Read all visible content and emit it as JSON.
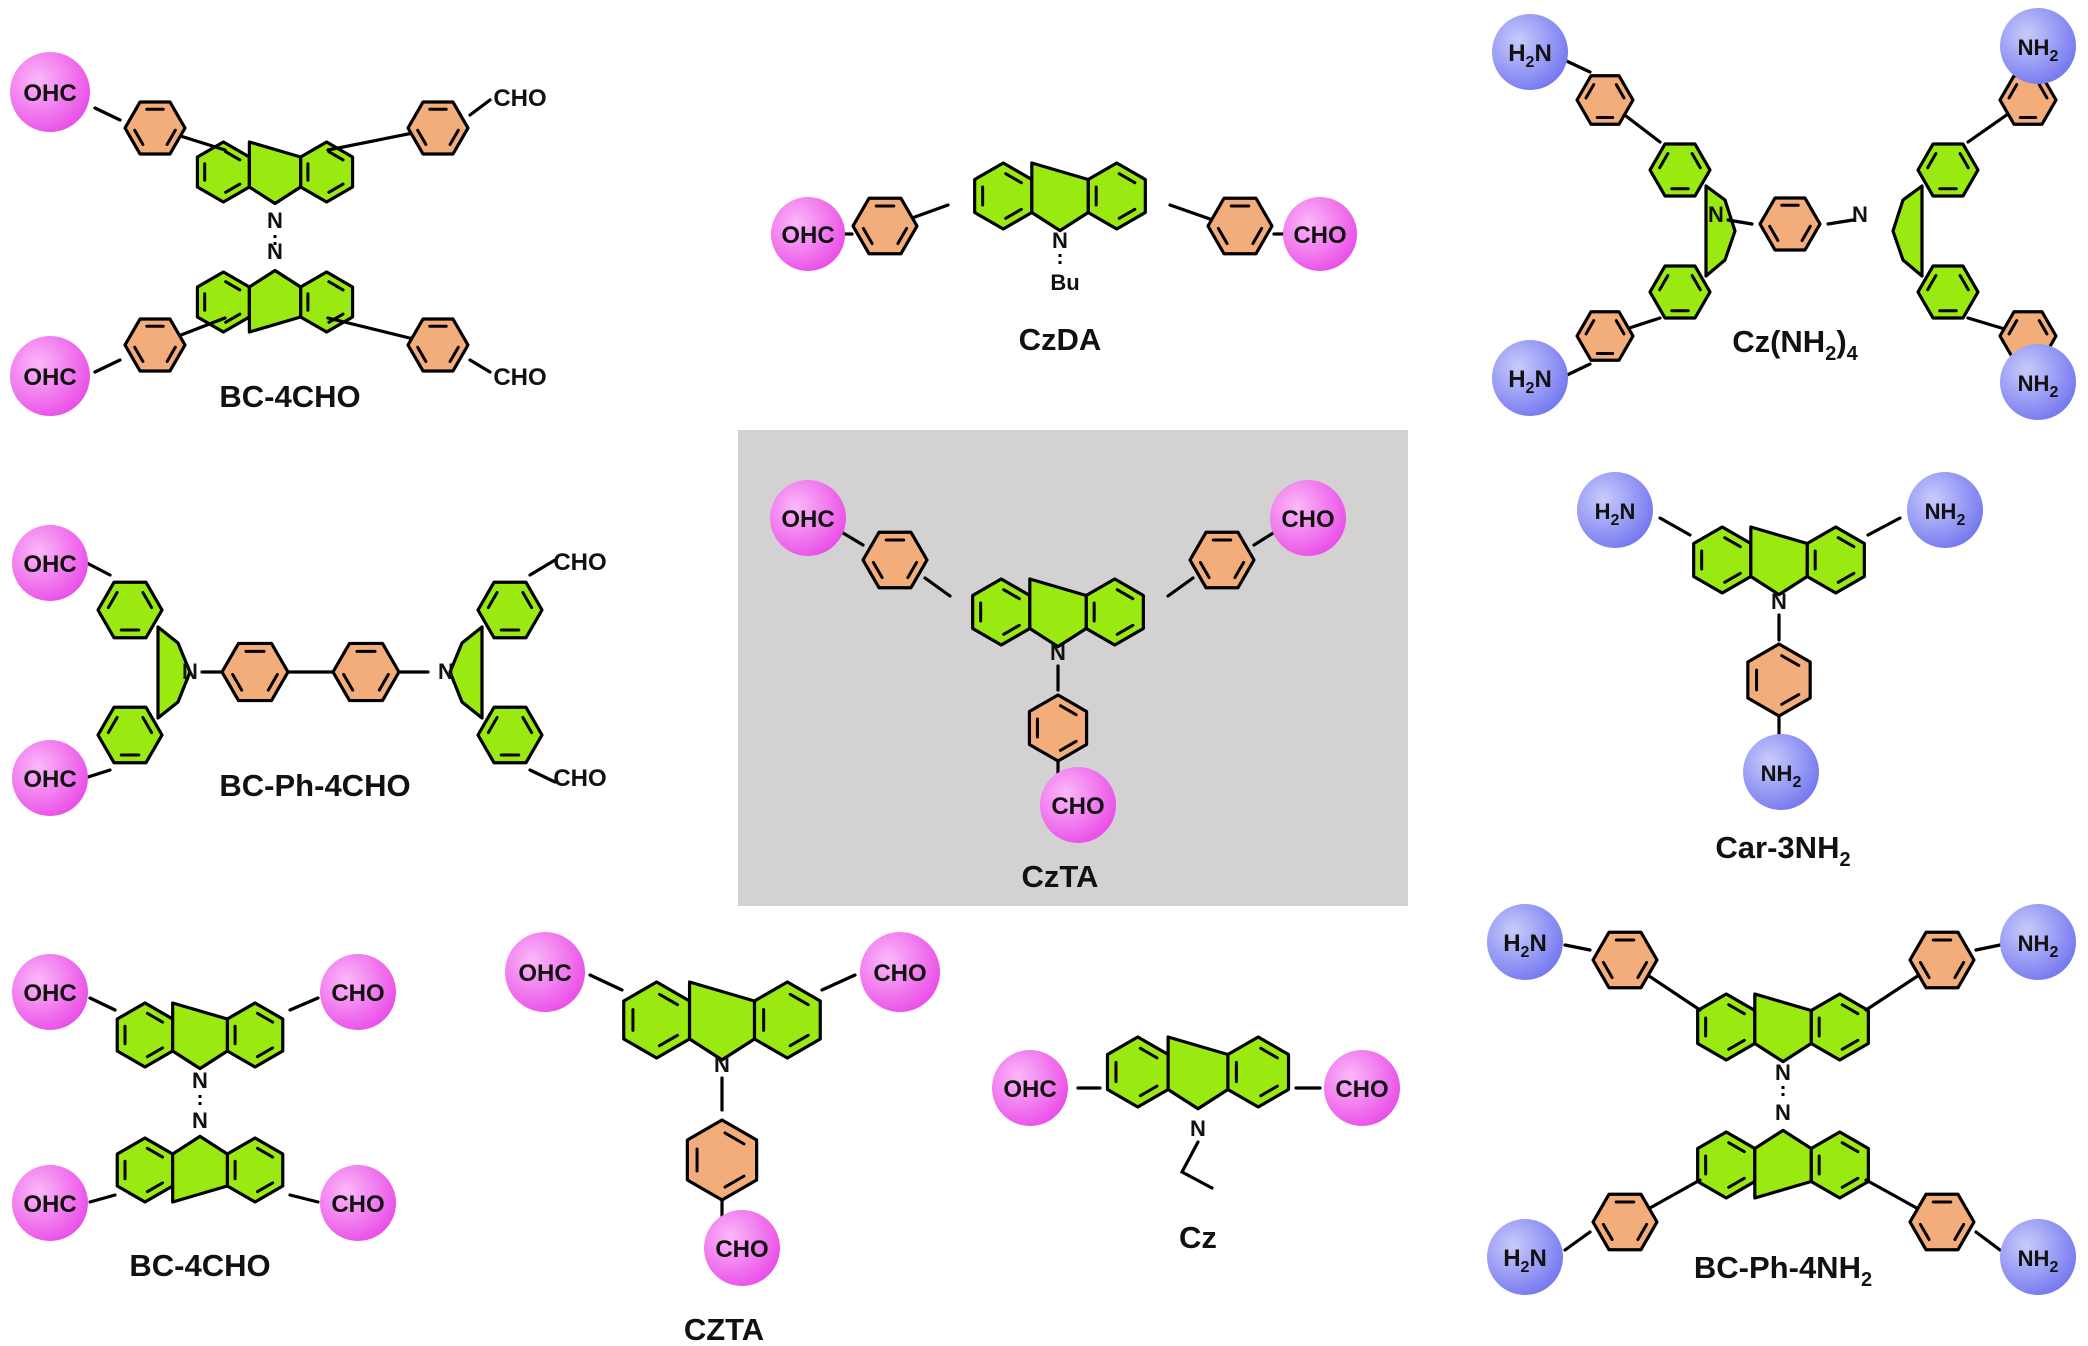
{
  "colors": {
    "aldehyde_sphere": "#f26af0",
    "amine_sphere": "#8f92f5",
    "carbazole_ring": "#9aea12",
    "phenyl_ring": "#f3ad7b",
    "highlight_panel": "#d3d1d1"
  },
  "groups": {
    "aldehyde": "CHO",
    "aldehyde_left": "OHC",
    "amine": "NH2",
    "amine_left": "H2N",
    "nitrogen": "N",
    "butyl": "Bu"
  },
  "molecules": [
    {
      "id": "bc4cho_top",
      "label": "BC-4CHO"
    },
    {
      "id": "czda",
      "label": "CzDA"
    },
    {
      "id": "cznh24",
      "label": "Cz(NH",
      "label_sub": "2",
      "label_tail": ")",
      "label_sub2": "4"
    },
    {
      "id": "bcph4cho",
      "label": "BC-Ph-4CHO"
    },
    {
      "id": "czta_highlight",
      "label": "CzTA"
    },
    {
      "id": "car3nh2",
      "label": "Car-3NH",
      "label_sub": "2"
    },
    {
      "id": "bc4cho_bottom",
      "label": "BC-4CHO"
    },
    {
      "id": "czta_bottom",
      "label": "CZTA"
    },
    {
      "id": "cz",
      "label": "Cz"
    },
    {
      "id": "bcph4nh2",
      "label": "BC-Ph-4NH",
      "label_sub": "2"
    }
  ]
}
